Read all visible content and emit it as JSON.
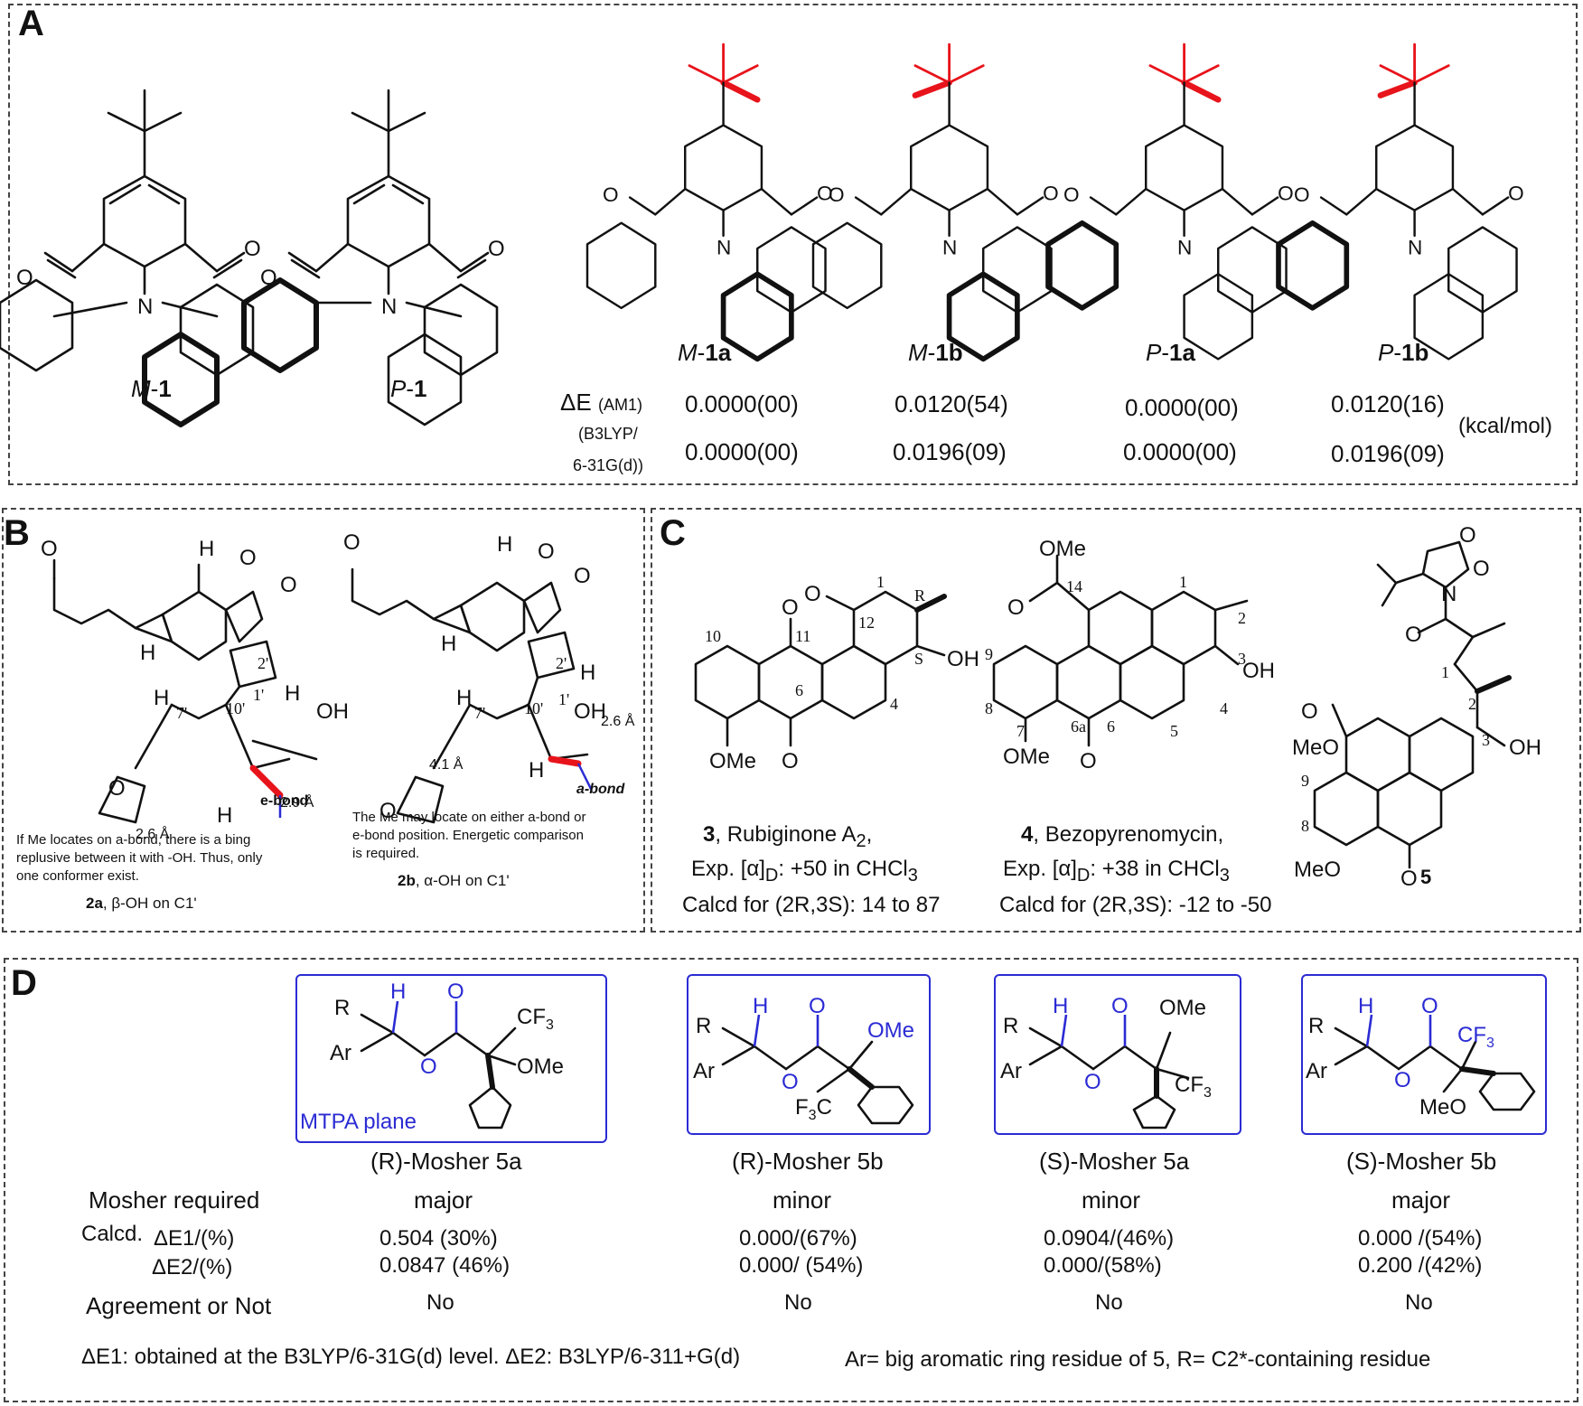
{
  "panelA": {
    "label": "A",
    "mol_labels": [
      {
        "prefix": "M",
        "num": "1",
        "suffix": ""
      },
      {
        "prefix": "P",
        "num": "1",
        "suffix": ""
      },
      {
        "prefix": "M",
        "num": "1a",
        "suffix": ""
      },
      {
        "prefix": "M",
        "num": "1b",
        "suffix": ""
      },
      {
        "prefix": "P",
        "num": "1a",
        "suffix": ""
      },
      {
        "prefix": "P",
        "num": "1b",
        "suffix": ""
      }
    ],
    "row_label_1": "ΔE",
    "row_label_1_sub": "(AM1)",
    "row_label_2a": "(B3LYP/",
    "row_label_2b": "6-31G(d))",
    "am1_values": [
      "0.0000(00)",
      "0.0120(54)",
      "0.0000(00)",
      "0.0120(16)"
    ],
    "b3lyp_values": [
      "0.0000(00)",
      "0.0196(09)",
      "0.0000(00)",
      "0.0196(09)"
    ],
    "unit": "(kcal/mol)"
  },
  "panelB": {
    "label": "B",
    "note_2a": [
      "If Me locates on a-bond, there is a bing",
      "replusive between it with -OH. Thus, only",
      "one conformer exist."
    ],
    "note_2b": [
      "The Me may locate on either a-bond or",
      "e-bond position. Energetic comparison",
      "is required."
    ],
    "caption_2a_num": "2a",
    "caption_2a_text": ", β-OH on C1'",
    "caption_2b_num": "2b",
    "caption_2b_text": ", α-OH on C1'",
    "e_bond": "e-bond",
    "a_bond": "a-bond",
    "dist_29": "2.9 Å",
    "dist_26": "2.6 Å",
    "dist_26b": "2.6 Å",
    "dist_41": "4.1 Å"
  },
  "panelC": {
    "label": "C",
    "cmp3_num": "3",
    "cmp3_name": ", Rubiginone A",
    "cmp3_sub": "2",
    "cmp3_exp": "Exp. [α]",
    "cmp3_exp_rest": ": +50 in CHCl",
    "cmp3_calcd": "Calcd for (2R,3S): 14 to 87",
    "cmp4_num": "4",
    "cmp4_name": ",  Bezopyrenomycin,",
    "cmp4_exp": "Exp.  [α]",
    "cmp4_exp_rest": ": +38 in CHCl",
    "cmp4_calcd": "Calcd for (2R,3S): -12 to -50",
    "cmp5_num": "5"
  },
  "panelD": {
    "label": "D",
    "mtpa_plane": "MTPA plane",
    "columns": [
      "(R)-Mosher 5a",
      "(R)-Mosher 5b",
      "(S)-Mosher 5a",
      "(S)-Mosher 5b"
    ],
    "row_required": "Mosher required",
    "required": [
      "major",
      "minor",
      "minor",
      "major"
    ],
    "row_calcd": "Calcd.",
    "row_e1": "ΔE1/(%)",
    "row_e2": "ΔE2/(%)",
    "e1": [
      "0.504 (30%)",
      "0.000/(67%)",
      "0.0904/(46%)",
      "0.000 /(54%)"
    ],
    "e2": [
      "0.0847 (46%)",
      "0.000/ (54%)",
      "0.000/(58%)",
      "0.200 /(42%)"
    ],
    "row_agree": "Agreement or Not",
    "agree": [
      "No",
      "No",
      "No",
      "No"
    ],
    "footnote_left": "ΔE1: obtained at the B3LYP/6-31G(d) level. ΔE2: B3LYP/6-311+G(d)",
    "footnote_right": "Ar= big aromatic ring residue of 5, R= C2*-containing residue"
  },
  "colors": {
    "accent_blue": "#2b2bd4",
    "highlight_red": "#e8141b",
    "border": "#444444"
  }
}
